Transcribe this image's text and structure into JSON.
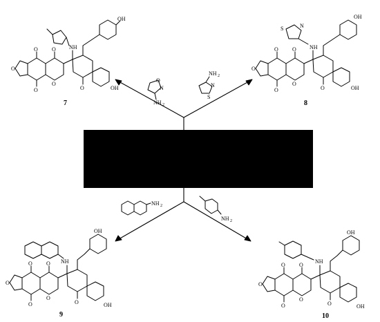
{
  "compounds": {
    "c7": "7",
    "c8": "8",
    "c9": "9",
    "c10": "10"
  },
  "atoms": {
    "oh": "OH",
    "ho": "HO",
    "o": "O",
    "n": "N",
    "s": "S",
    "nh": "NH",
    "nh2": "NH",
    "two": "2",
    "plus": "+"
  }
}
